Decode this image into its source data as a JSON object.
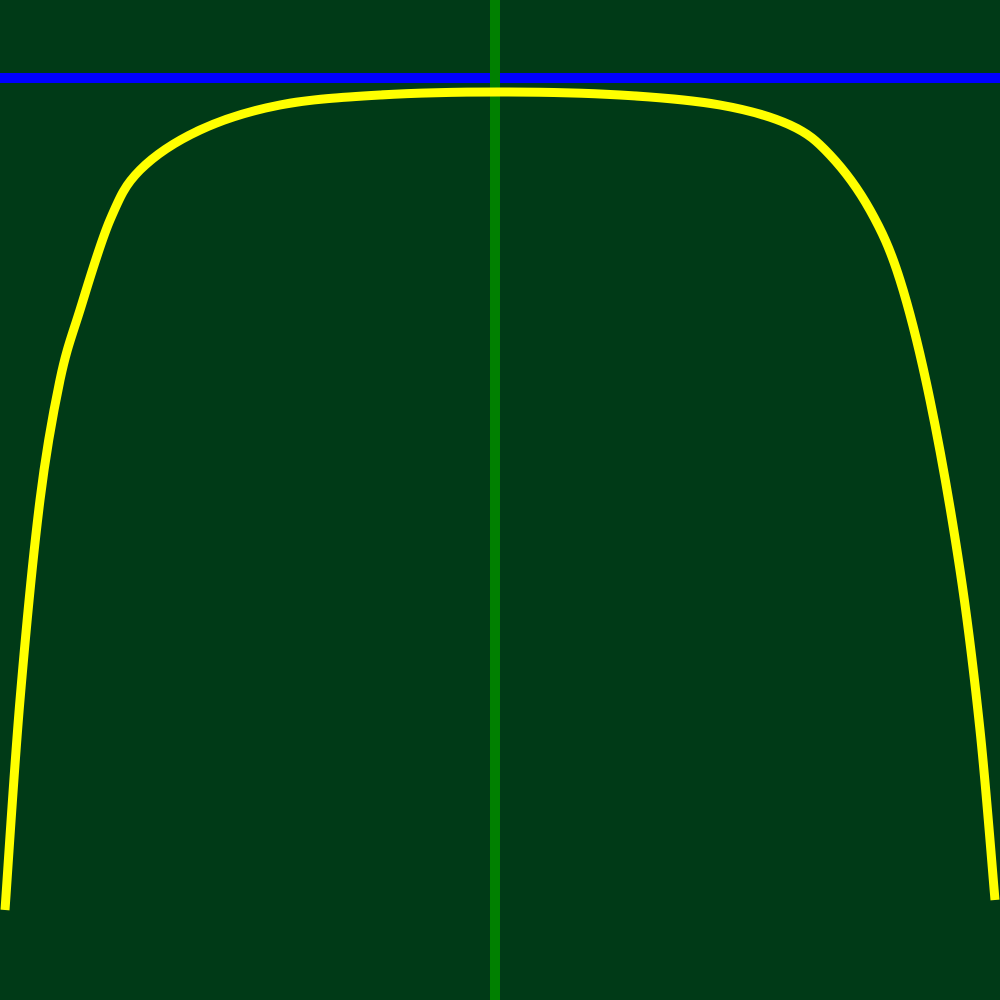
{
  "colors": {
    "background": "#003a17",
    "curve": "#ffff00",
    "horizontal_line": "#0000ff",
    "vertical_line": "#008000"
  },
  "chart_data": {
    "type": "line",
    "title": "",
    "xlabel": "",
    "ylabel": "",
    "grid": false,
    "legend": "none",
    "xlim": [
      -1,
      1
    ],
    "ylim": [
      0,
      1
    ],
    "reference_lines": [
      {
        "orientation": "horizontal",
        "value": 0.922,
        "color": "#0000ff"
      },
      {
        "orientation": "vertical",
        "value": -0.01,
        "color": "#008000"
      }
    ],
    "series": [
      {
        "color": "#ffff00",
        "points": [
          {
            "x": -0.99,
            "y": 0.09
          },
          {
            "x": -0.96,
            "y": 0.3
          },
          {
            "x": -0.92,
            "y": 0.5
          },
          {
            "x": -0.88,
            "y": 0.62
          },
          {
            "x": -0.84,
            "y": 0.69
          },
          {
            "x": -0.78,
            "y": 0.78
          },
          {
            "x": -0.72,
            "y": 0.83
          },
          {
            "x": -0.6,
            "y": 0.87
          },
          {
            "x": -0.44,
            "y": 0.895
          },
          {
            "x": -0.24,
            "y": 0.905
          },
          {
            "x": 0.0,
            "y": 0.908
          },
          {
            "x": 0.24,
            "y": 0.905
          },
          {
            "x": 0.44,
            "y": 0.895
          },
          {
            "x": 0.58,
            "y": 0.875
          },
          {
            "x": 0.66,
            "y": 0.845
          },
          {
            "x": 0.74,
            "y": 0.79
          },
          {
            "x": 0.8,
            "y": 0.72
          },
          {
            "x": 0.86,
            "y": 0.6
          },
          {
            "x": 0.92,
            "y": 0.43
          },
          {
            "x": 0.96,
            "y": 0.27
          },
          {
            "x": 0.99,
            "y": 0.1
          }
        ]
      }
    ]
  }
}
